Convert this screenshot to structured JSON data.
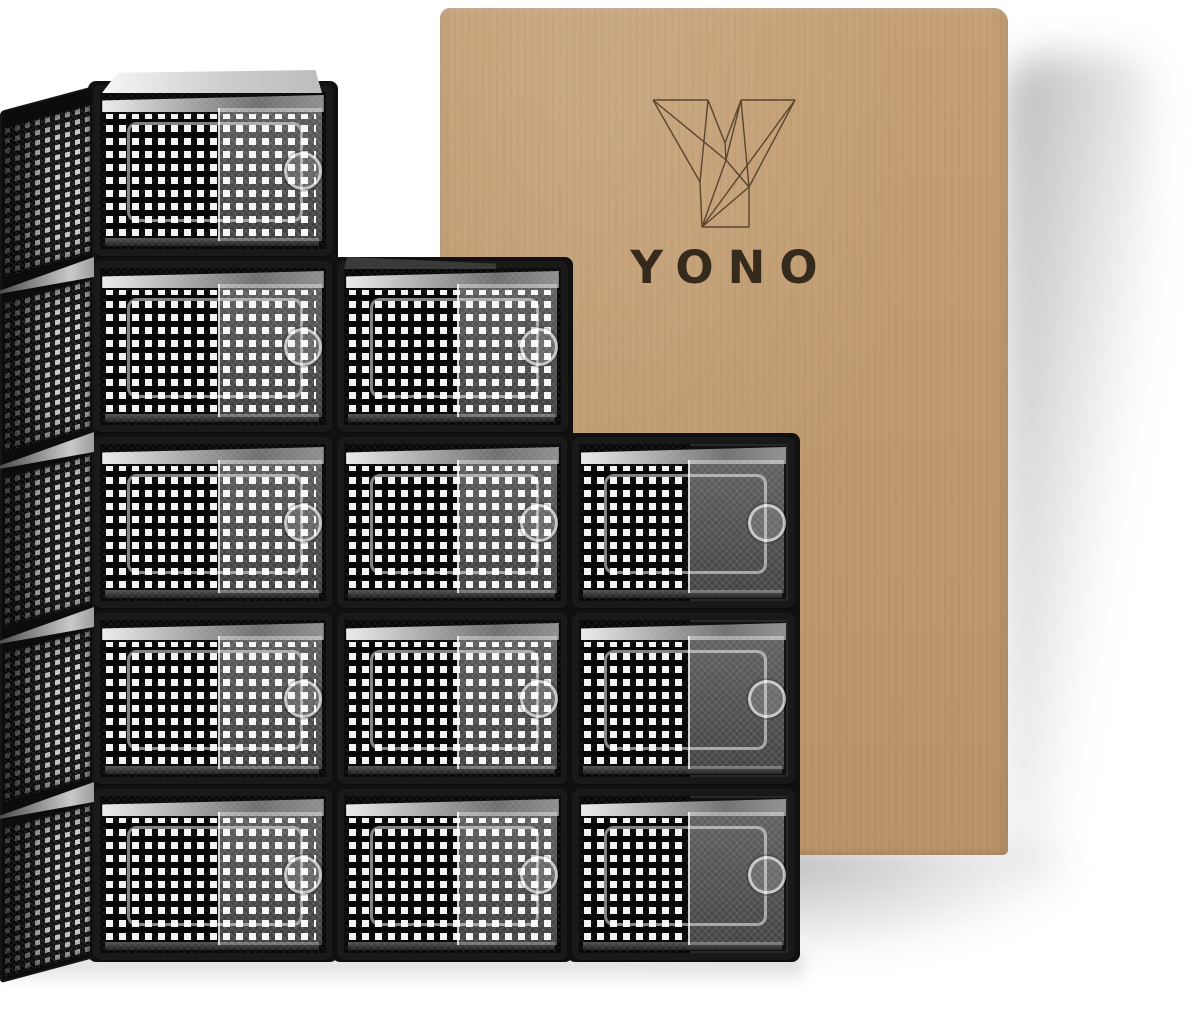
{
  "background_color": "#ffffff",
  "carton": {
    "brand": "YONO",
    "logo": "wireframe-y-logo",
    "kraft_color": "#c39c6f",
    "brand_text_color": "#352a1b",
    "logo_line_color": "#5a452e"
  },
  "stack": {
    "total_boxes": 12,
    "frame_color": "#191919",
    "interior_color": "#070707",
    "mesh_dot_color": "#ffffff",
    "door_tint": "rgba(255,255,255,0.34)",
    "columns": [
      {
        "id": "left",
        "boxes": 5,
        "has_side_panel": true,
        "door_shows": "white-background"
      },
      {
        "id": "middle",
        "boxes": 4,
        "has_side_panel": false,
        "door_shows": "white-background"
      },
      {
        "id": "right",
        "boxes": 3,
        "has_side_panel": false,
        "door_shows": "cardboard"
      }
    ]
  },
  "shadow_color": "rgba(125,125,125,0.55)"
}
